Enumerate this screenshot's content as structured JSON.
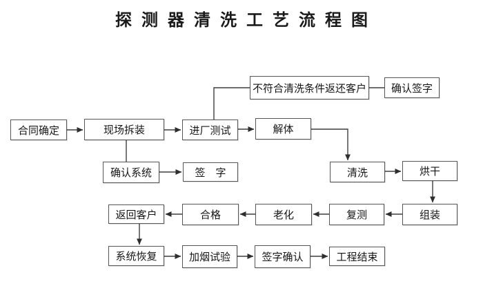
{
  "title": "探测器清洗工艺流程图",
  "colors": {
    "background": "#ffffff",
    "box_border": "#565656",
    "line": "#3d3d3d",
    "text": "#161616"
  },
  "diagram": {
    "type": "flowchart",
    "nodes": {
      "contract": {
        "label": "合同确定"
      },
      "site_disassembly": {
        "label": "现场拆装"
      },
      "factory_test": {
        "label": "进厂测试"
      },
      "disassemble": {
        "label": "解体"
      },
      "reject_return": {
        "label": "不符合清洗条件返还客户"
      },
      "confirm_sign": {
        "label": "确认签字"
      },
      "confirm_system": {
        "label": "确认系统"
      },
      "sign": {
        "label": "签　字"
      },
      "cleaning": {
        "label": "清洗"
      },
      "drying": {
        "label": "烘干"
      },
      "assembly": {
        "label": "组装"
      },
      "retest": {
        "label": "复测"
      },
      "aging": {
        "label": "老化"
      },
      "qualified": {
        "label": "合格"
      },
      "return_customer": {
        "label": "返回客户"
      },
      "system_restore": {
        "label": "系统恢复"
      },
      "smoke_test": {
        "label": "加烟试验"
      },
      "sign_confirm": {
        "label": "签字确认"
      },
      "project_end": {
        "label": "工程结束"
      }
    },
    "edges": [
      {
        "from": "contract",
        "to": "site_disassembly",
        "arrow": true
      },
      {
        "from": "site_disassembly",
        "to": "factory_test",
        "arrow": true
      },
      {
        "from": "factory_test",
        "to": "disassemble",
        "arrow": true
      },
      {
        "from": "factory_test",
        "to": "reject_return",
        "arrow": false
      },
      {
        "from": "reject_return",
        "to": "confirm_sign",
        "arrow": false
      },
      {
        "from": "site_disassembly",
        "to": "confirm_system",
        "arrow": false
      },
      {
        "from": "confirm_system",
        "to": "sign",
        "arrow": true
      },
      {
        "from": "disassemble",
        "to": "cleaning",
        "arrow": true
      },
      {
        "from": "cleaning",
        "to": "drying",
        "arrow": true
      },
      {
        "from": "drying",
        "to": "assembly",
        "arrow": true
      },
      {
        "from": "assembly",
        "to": "retest",
        "arrow": true
      },
      {
        "from": "retest",
        "to": "aging",
        "arrow": true
      },
      {
        "from": "aging",
        "to": "qualified",
        "arrow": true
      },
      {
        "from": "qualified",
        "to": "return_customer",
        "arrow": true
      },
      {
        "from": "return_customer",
        "to": "system_restore",
        "arrow": true
      },
      {
        "from": "system_restore",
        "to": "smoke_test",
        "arrow": true
      },
      {
        "from": "smoke_test",
        "to": "sign_confirm",
        "arrow": true
      },
      {
        "from": "sign_confirm",
        "to": "project_end",
        "arrow": true
      }
    ]
  }
}
